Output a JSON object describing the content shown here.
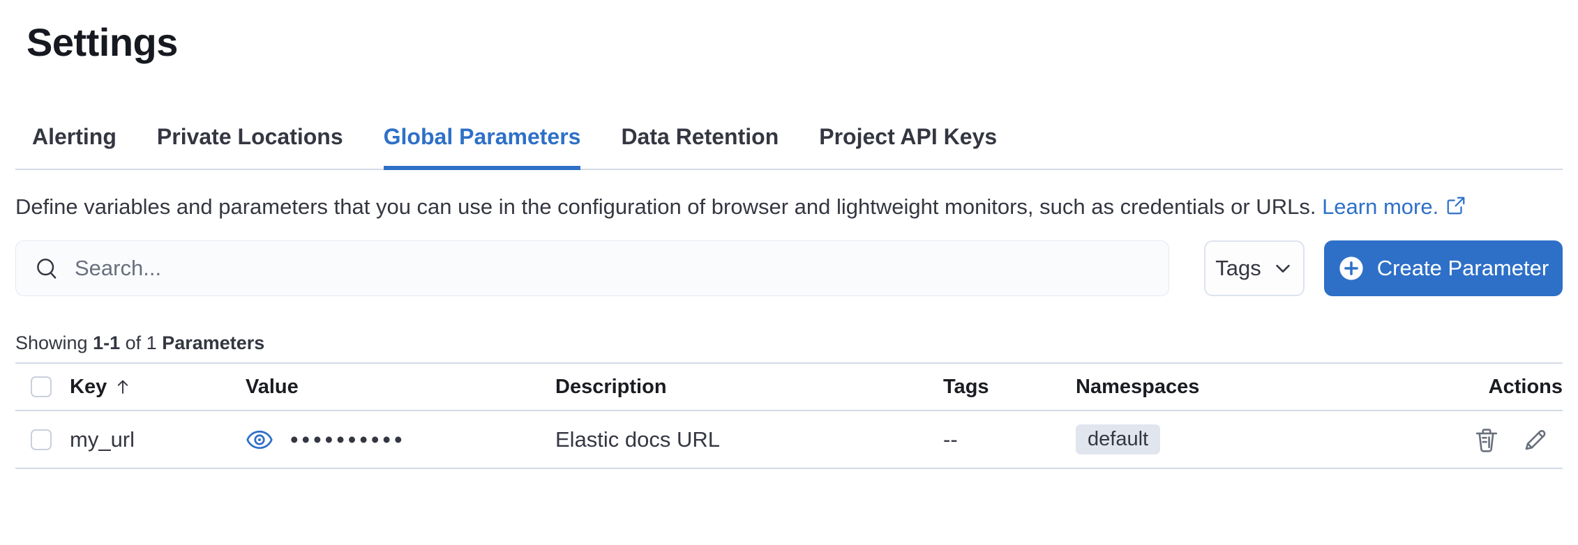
{
  "header": {
    "title": "Settings"
  },
  "tabs": {
    "items": [
      {
        "label": "Alerting"
      },
      {
        "label": "Private Locations"
      },
      {
        "label": "Global Parameters"
      },
      {
        "label": "Data Retention"
      },
      {
        "label": "Project API Keys"
      }
    ],
    "active": "Global Parameters"
  },
  "intro": {
    "text": "Define variables and parameters that you can use in the configuration of browser and lightweight monitors, such as credentials or URLs.",
    "link_label": "Learn more."
  },
  "toolbar": {
    "search_placeholder": "Search...",
    "tags_button_label": "Tags",
    "create_button_label": "Create Parameter"
  },
  "summary": {
    "showing_label": "Showing",
    "range": "1-1",
    "of_label": "of 1",
    "entity_label": "Parameters"
  },
  "table": {
    "columns": [
      "Key",
      "Value",
      "Description",
      "Tags",
      "Namespaces",
      "Actions"
    ],
    "sorted_by": "Key",
    "sort_direction": "ascending",
    "rows": [
      {
        "key": "my_url",
        "value_masked": "••••••••••",
        "description": "Elastic docs URL",
        "tags": "--",
        "namespace": "default"
      }
    ]
  },
  "colors": {
    "accent_blue": "#2e70c8",
    "text_primary": "#343741",
    "text_subdued": "#69707d",
    "border": "#d3dae6",
    "badge_background": "#e0e5ee",
    "page_background": "#ffffff"
  }
}
